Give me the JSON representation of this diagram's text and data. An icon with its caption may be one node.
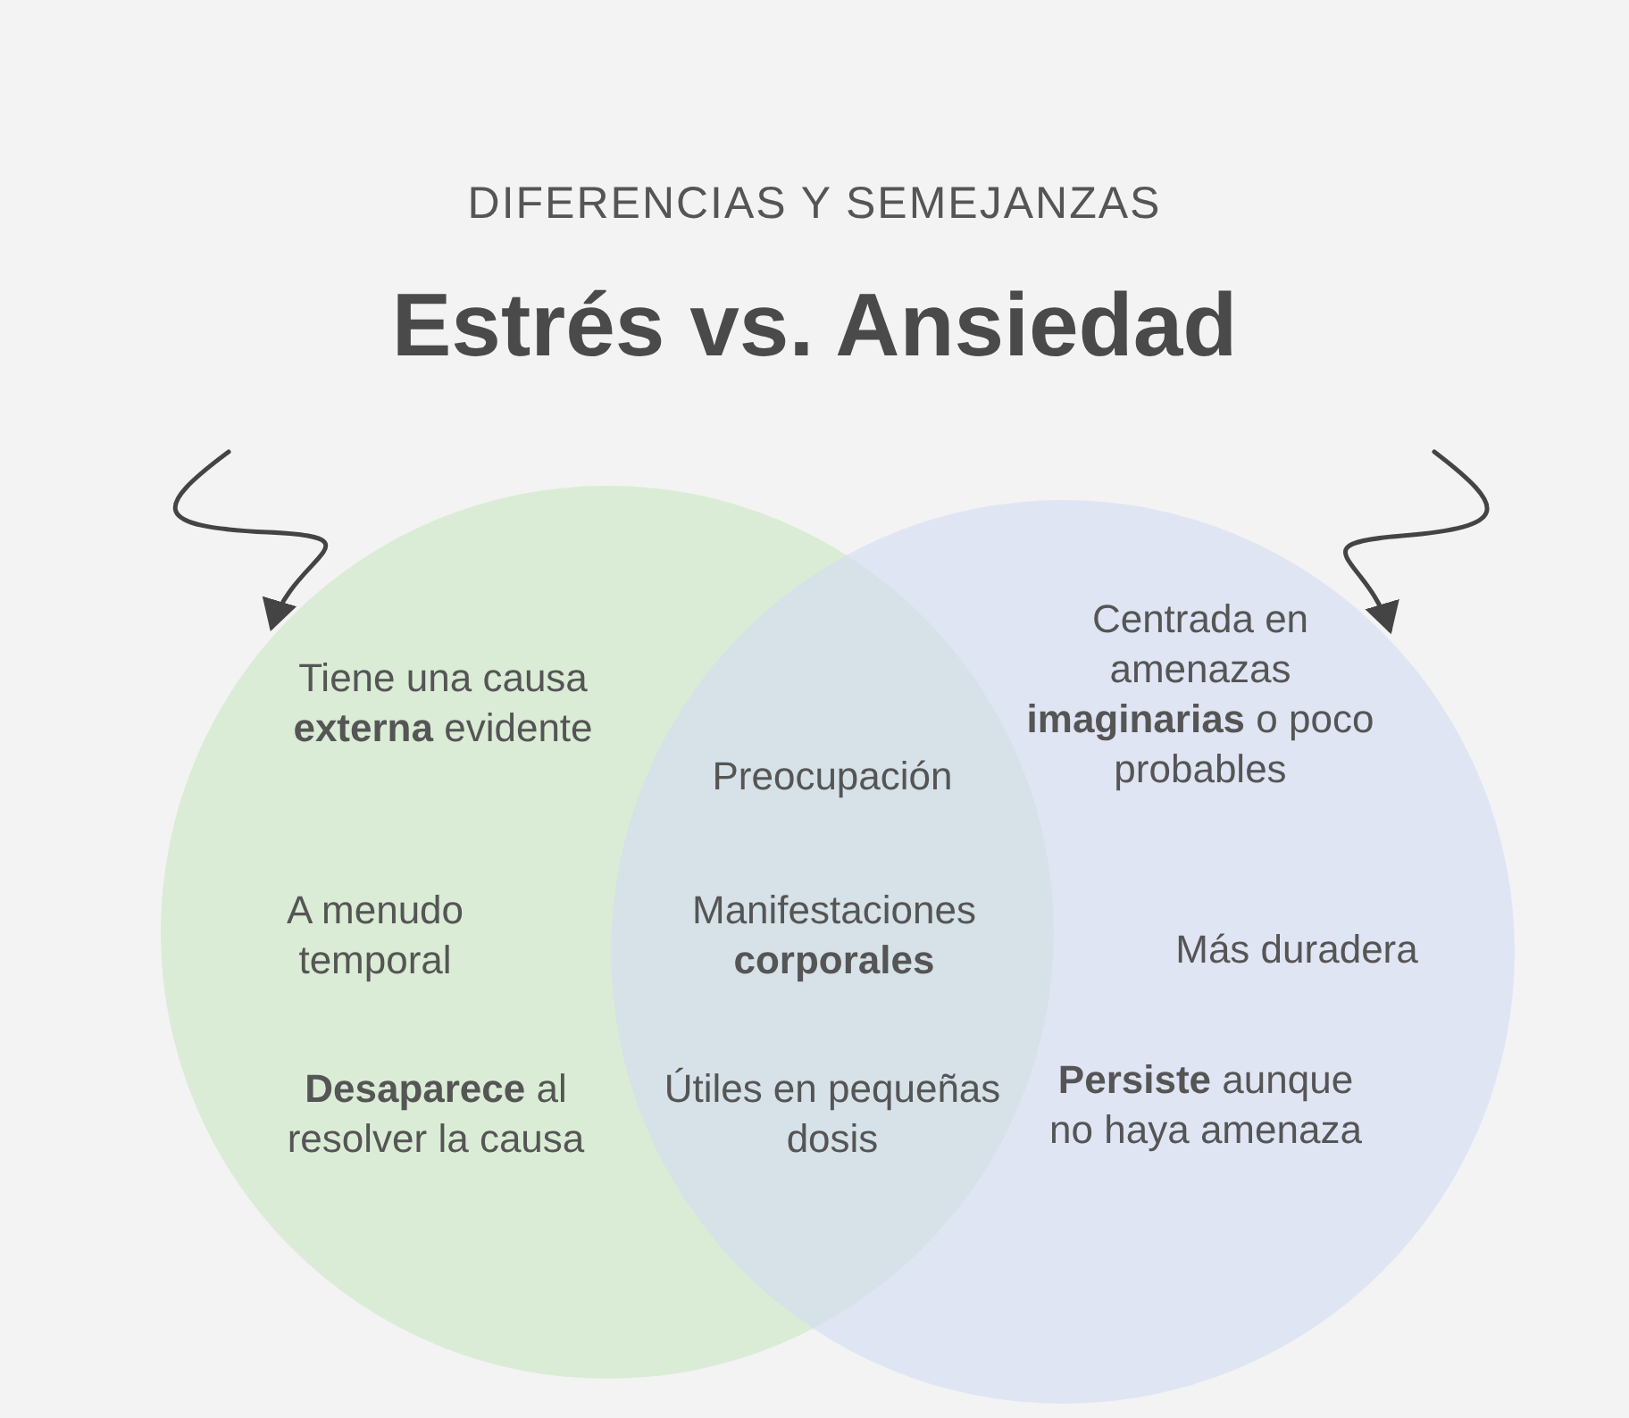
{
  "diagram": {
    "title": "Estrés vs. Ansiedad",
    "nodes": [
      {
        "text": [
          "Tiene una causa **externa** evidente",
          "A menudo temporal",
          "**Desaparece** al resolver la causa"
        ]
      },
      {
        "text": [
          "Centrada en amenazas **imaginarias** o poco probables",
          "Más duradera",
          "**Persiste** aunque no haya amenaza"
        ]
      }
    ],
    "edges": [
      {
        "from": null,
        "to": 0,
        "arrow": "to"
      },
      {
        "from": null,
        "to": 1,
        "arrow": "to"
      }
    ],
    "labels": [
      "DIFERENCIAS Y SEMEJANZAS",
      "Preocupación",
      "Manifestaciones **corporales**",
      "Útiles en pequeñas dosis"
    ]
  }
}
